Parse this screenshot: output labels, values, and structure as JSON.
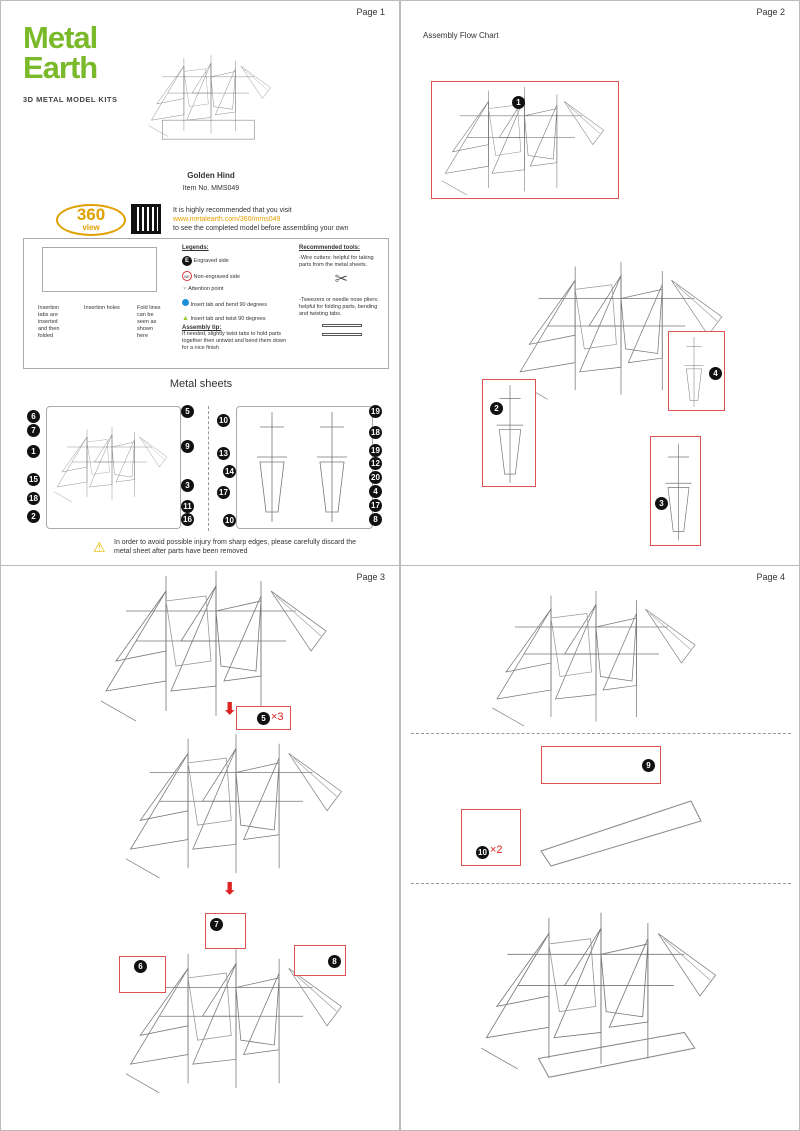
{
  "pages": [
    {
      "label": "Page 1",
      "brand": {
        "line1": "Metal",
        "line2": "Earth",
        "tagline": "3D METAL MODEL KITS"
      },
      "model": {
        "name": "Golden Hind",
        "item_no": "Item No. MMS049"
      },
      "view360": {
        "badge": "360",
        "badge_sub": "view",
        "line1": "It is highly recommended that you visit",
        "url": "www.metalearth.com/360/mms049",
        "line3": "to see the completed model before assembling your own"
      },
      "diagram_labels": [
        "Insertion tabs are inserted and then folded",
        "Insertion holes",
        "Fold lines can be seen as shown here"
      ],
      "legends": {
        "title": "Legends:",
        "items": [
          {
            "icon": "E",
            "label": "Engraved side"
          },
          {
            "icon": "NE",
            "label": "Non-engraved side"
          },
          {
            "icon": "hand-point",
            "label": "Attention point"
          },
          {
            "icon": "blue-dot",
            "label": "Insert tab and bend 90 degrees"
          },
          {
            "icon": "green-triangle",
            "label": "Insert tab and twist 90 degrees"
          }
        ]
      },
      "tip": {
        "title": "Assembly tip:",
        "text": "If needed, slightly twist tabs to hold parts together then untwist and bend them down for a nice finish"
      },
      "tools": {
        "title": "Recommended tools:",
        "wire": "-Wire cutters: helpful for taking parts from the metal sheets.",
        "tweezers": "-Tweezers or needle nose pliers: helpful for folding parts, bending and twisting tabs."
      },
      "sheets_title": "Metal sheets",
      "left_sheet_numbers": [
        "6",
        "7",
        "1",
        "15",
        "18",
        "2",
        "5",
        "9",
        "3",
        "11",
        "16"
      ],
      "right_sheet_numbers": [
        "10",
        "13",
        "14",
        "17",
        "10",
        "19",
        "18",
        "19",
        "12",
        "20",
        "4",
        "17",
        "8"
      ],
      "warning": "In order to avoid possible injury from sharp edges, please carefully discard the metal sheet after parts have been removed"
    },
    {
      "label": "Page 2",
      "title": "Assembly Flow Chart",
      "callouts": [
        "1",
        "2",
        "4",
        "3"
      ]
    },
    {
      "label": "Page 3",
      "callouts": [
        "5",
        "×3",
        "7",
        "6",
        "8"
      ]
    },
    {
      "label": "Page 4",
      "callouts": [
        "9",
        "10",
        "×2"
      ]
    }
  ],
  "colors": {
    "brand_green": "#7ab929",
    "callout_red": "#e05050",
    "url_orange": "#e8a000"
  }
}
